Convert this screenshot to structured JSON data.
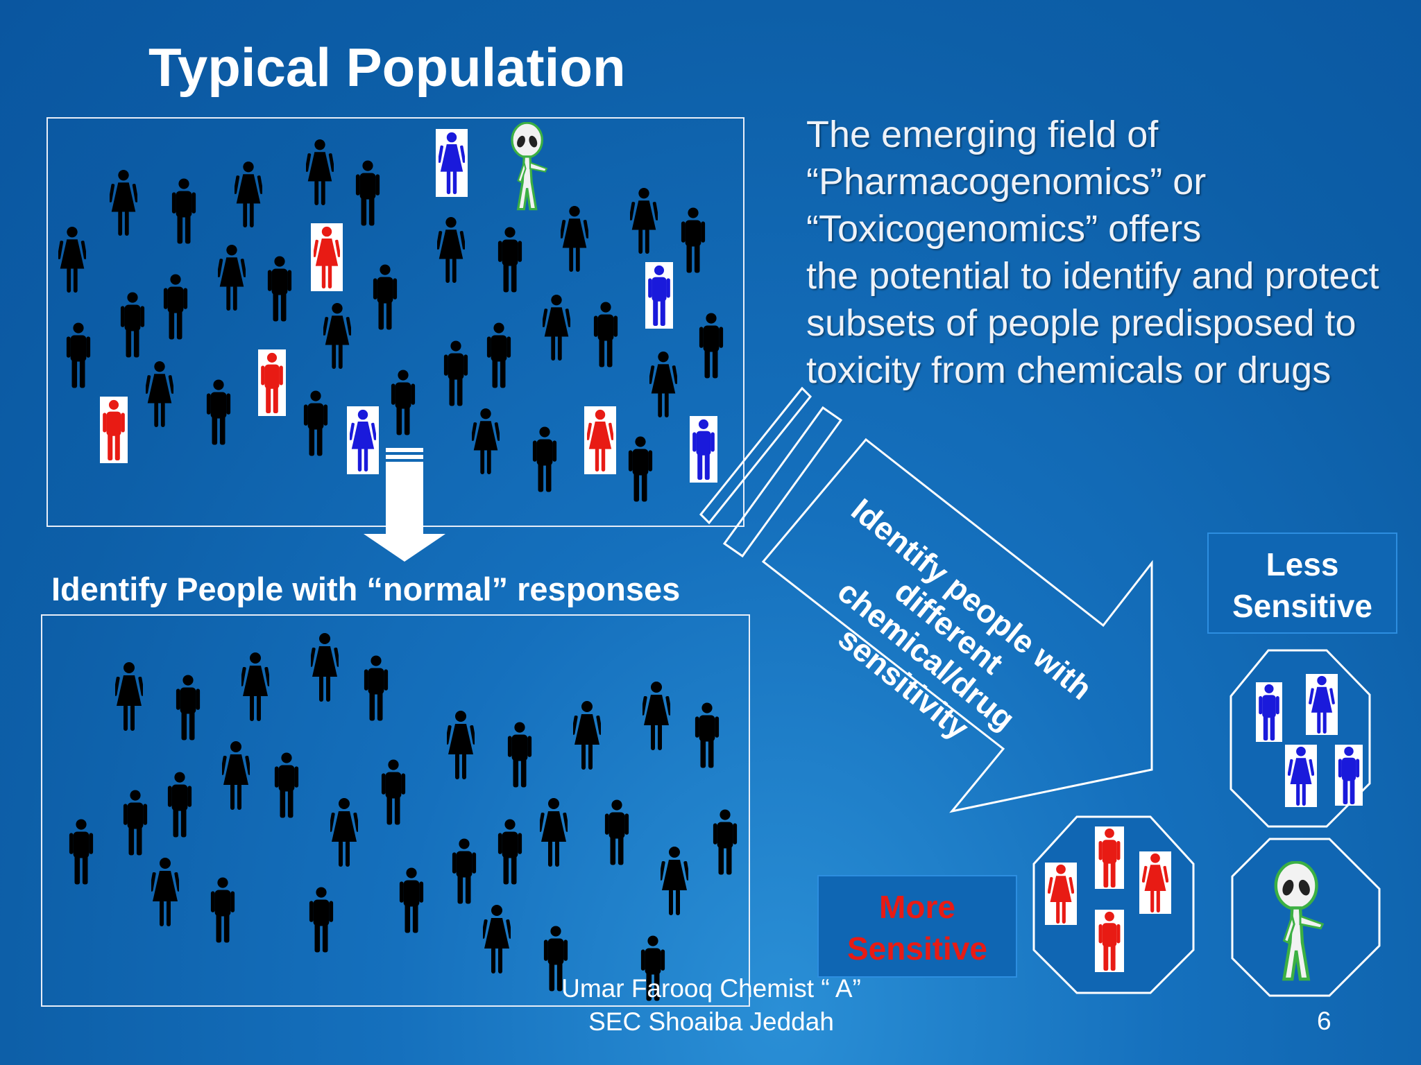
{
  "slide": {
    "title": "Typical Population",
    "mid_label": "Identify People with “normal” responses",
    "paragraph": [
      "The emerging field of",
      "“Pharmacogenomics” or",
      "“Toxicogenomics” offers",
      "the potential to identify and protect",
      "subsets of people predisposed to",
      "toxicity from chemicals or drugs"
    ],
    "arrow_text": [
      "Identify people with",
      "different",
      "chemical/drug",
      "sensitivity"
    ],
    "less_sensitive": [
      "Less",
      "Sensitive"
    ],
    "more_sensitive": [
      "More",
      "Sensitive"
    ],
    "footer": [
      "Umar Farooq Chemist “ A”",
      "SEC Shoaiba Jeddah"
    ],
    "page_number": "6"
  },
  "colors": {
    "background": "#0d5fa8",
    "highlight_red": "#e81b14",
    "highlight_blue": "#1a1adb",
    "figure_black": "#000000",
    "alien_green": "#3cb043"
  }
}
